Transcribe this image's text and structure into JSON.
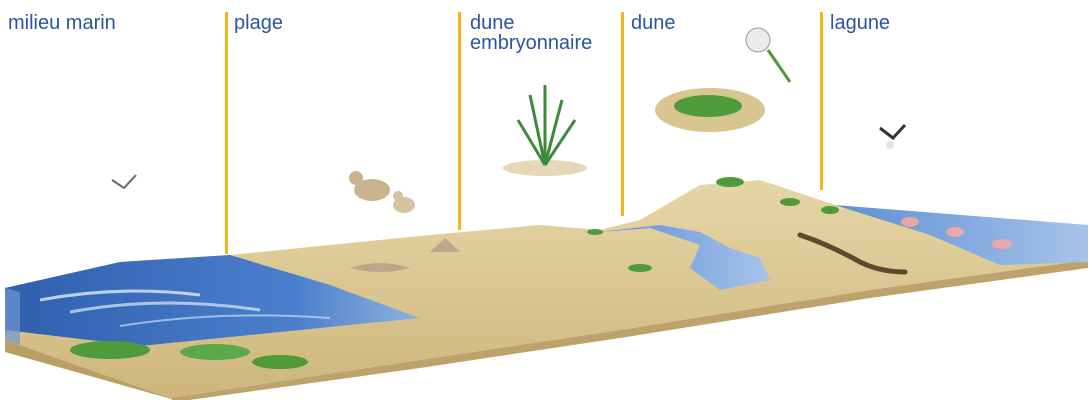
{
  "zones": [
    {
      "id": "milieu-marin",
      "label": "milieu marin"
    },
    {
      "id": "plage",
      "label": "plage"
    },
    {
      "id": "dune-embryonnaire",
      "label": "dune\nembryonnaire"
    },
    {
      "id": "dune",
      "label": "dune"
    },
    {
      "id": "lagune",
      "label": "lagune"
    }
  ],
  "colors": {
    "label": "#2a55a4",
    "divider": "#f2b617",
    "sea": "#3f72c2",
    "sand": "#d9c48e",
    "vegetation": "#4f9a3b"
  },
  "illustrations": [
    "tern-bird",
    "plover-birds",
    "plant-illustration",
    "flower-illustration",
    "grass-tuft-illustration",
    "flying-bird",
    "flamingo-birds",
    "lizard",
    "shells"
  ]
}
